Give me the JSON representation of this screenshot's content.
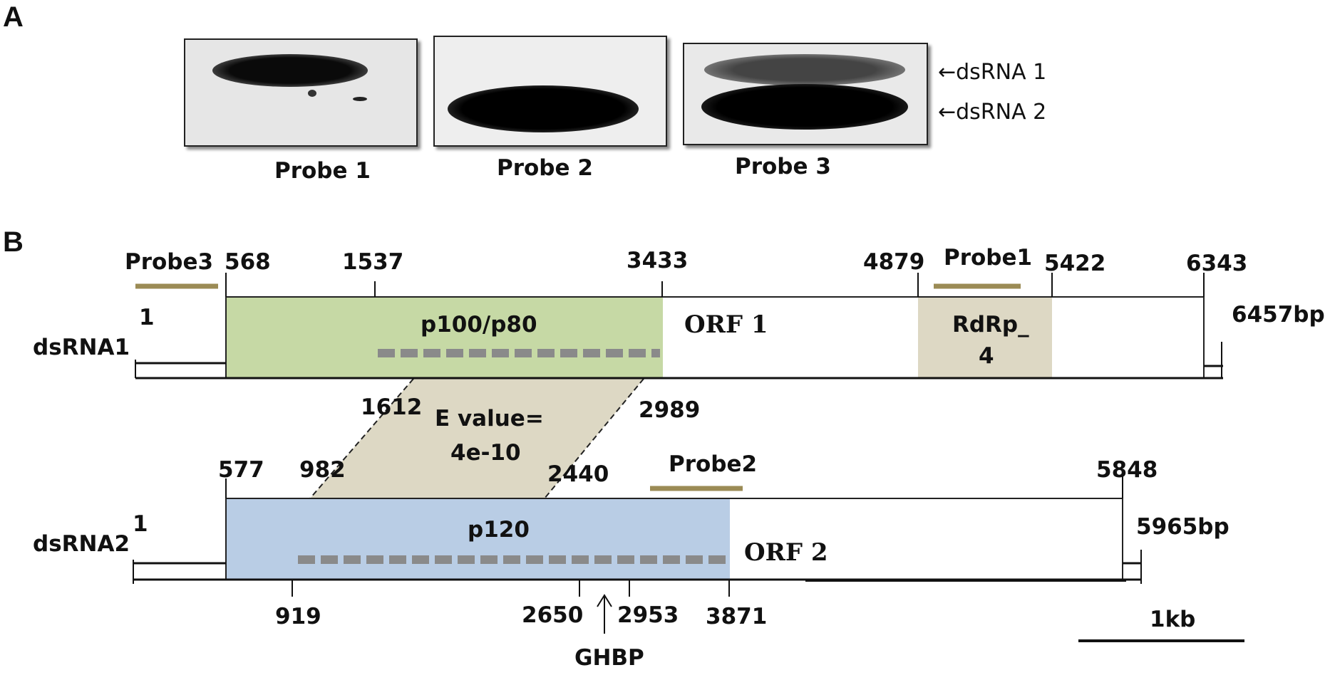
{
  "panel_a": {
    "letter": "A",
    "probes": [
      "Probe 1",
      "Probe 2",
      "Probe 3"
    ],
    "bands": [
      "dsRNA 1",
      "dsRNA 2"
    ]
  },
  "panel_b": {
    "letter": "B",
    "dsrna1": {
      "name": "dsRNA1",
      "start": "1",
      "length_label": "6457bp",
      "positions": [
        "568",
        "1537",
        "3433",
        "4879",
        "5422",
        "6343"
      ],
      "orf_label": "ORF 1",
      "protein": "p100/p80",
      "domain": [
        "RdRp_",
        "4"
      ],
      "probe": "Probe1",
      "probe_left": "Probe3"
    },
    "homology": {
      "pos_top_left": "1612",
      "pos_top_right": "2989",
      "evalue": [
        "E value=",
        "4e-10"
      ]
    },
    "dsrna2": {
      "name": "dsRNA2",
      "start": "1",
      "length_label": "5965bp",
      "positions_top": [
        "577",
        "982",
        "2440",
        "5848"
      ],
      "positions_bottom": [
        "919",
        "2650",
        "2953",
        "3871"
      ],
      "orf_label": "ORF 2",
      "protein": "p120",
      "probe": "Probe2",
      "motif": "GHBP"
    },
    "scale": "1kb"
  },
  "colors": {
    "orf1_fill": "#c6d9a5",
    "orf2_fill": "#b9cde5",
    "domain_fill": "#ddd8c4",
    "probe_bar": "#9b8b55",
    "dash": "#8a8a8a"
  }
}
